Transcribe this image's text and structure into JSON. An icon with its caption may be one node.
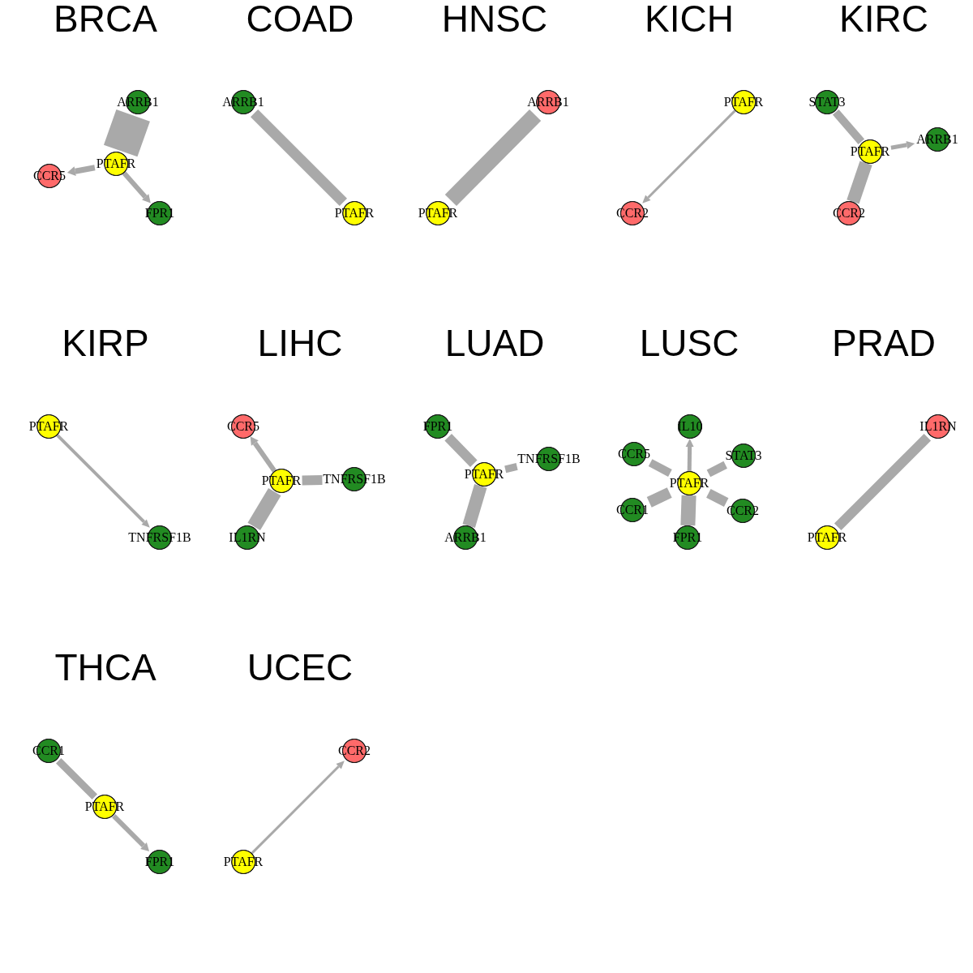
{
  "diagram": {
    "nodes": [
      {
        "text": [
          "ARRB1"
        ]
      },
      {
        "text": [
          "PTAFR"
        ]
      },
      {
        "text": [
          "CCR5"
        ]
      },
      {
        "text": [
          "FPR1"
        ]
      },
      {
        "text": [
          "ARRB1"
        ]
      },
      {
        "text": [
          "PTAFR"
        ]
      },
      {
        "text": [
          "ARRB1"
        ]
      },
      {
        "text": [
          "PTAFR"
        ]
      },
      {
        "text": [
          "PTAFR"
        ]
      },
      {
        "text": [
          "CCR2"
        ]
      },
      {
        "text": [
          "STAT3"
        ]
      },
      {
        "text": [
          "PTAFR"
        ]
      },
      {
        "text": [
          "ARRB1"
        ]
      },
      {
        "text": [
          "CCR2"
        ]
      },
      {
        "text": [
          "PTAFR"
        ]
      },
      {
        "text": [
          "TNFRSF1B"
        ]
      },
      {
        "text": [
          "CCR5"
        ]
      },
      {
        "text": [
          "PTAFR"
        ]
      },
      {
        "text": [
          "TNFRSF1B"
        ]
      },
      {
        "text": [
          "IL1RN"
        ]
      },
      {
        "text": [
          "FPR1"
        ]
      },
      {
        "text": [
          "PTAFR"
        ]
      },
      {
        "text": [
          "TNFRSF1B"
        ]
      },
      {
        "text": [
          "ARRB1"
        ]
      },
      {
        "text": [
          "IL10"
        ]
      },
      {
        "text": [
          "CCR5"
        ]
      },
      {
        "text": [
          "STAT3"
        ]
      },
      {
        "text": [
          "PTAFR"
        ]
      },
      {
        "text": [
          "CCR1"
        ]
      },
      {
        "text": [
          "CCR2"
        ]
      },
      {
        "text": [
          "FPR1"
        ]
      },
      {
        "text": [
          "IL1RN"
        ]
      },
      {
        "text": [
          "PTAFR"
        ]
      },
      {
        "text": [
          "CCR1"
        ]
      },
      {
        "text": [
          "PTAFR"
        ]
      },
      {
        "text": [
          "FPR1"
        ]
      },
      {
        "text": [
          "CCR2"
        ]
      },
      {
        "text": [
          "PTAFR"
        ]
      }
    ],
    "edges": [
      {
        "from": 0,
        "to": 1,
        "arrow": "none",
        "style": "thick"
      },
      {
        "from": 1,
        "to": 2,
        "arrow": "to"
      },
      {
        "from": 1,
        "to": 3,
        "arrow": "to"
      },
      {
        "from": 4,
        "to": 5,
        "arrow": "none"
      },
      {
        "from": 6,
        "to": 7,
        "arrow": "none",
        "style": "thick"
      },
      {
        "from": 8,
        "to": 9,
        "arrow": "to"
      },
      {
        "from": 10,
        "to": 11,
        "arrow": "none"
      },
      {
        "from": 11,
        "to": 12,
        "arrow": "to"
      },
      {
        "from": 13,
        "to": 11,
        "arrow": "none"
      },
      {
        "from": 14,
        "to": 15,
        "arrow": "to"
      },
      {
        "from": 17,
        "to": 16,
        "arrow": "to"
      },
      {
        "from": 18,
        "to": 17,
        "arrow": "none"
      },
      {
        "from": 19,
        "to": 17,
        "arrow": "none",
        "style": "thick"
      },
      {
        "from": 20,
        "to": 21,
        "arrow": "none"
      },
      {
        "from": 22,
        "to": 21,
        "arrow": "none"
      },
      {
        "from": 23,
        "to": 21,
        "arrow": "none"
      },
      {
        "from": 27,
        "to": 24,
        "arrow": "to"
      },
      {
        "from": 25,
        "to": 27,
        "arrow": "none"
      },
      {
        "from": 26,
        "to": 27,
        "arrow": "none"
      },
      {
        "from": 28,
        "to": 27,
        "arrow": "none"
      },
      {
        "from": 29,
        "to": 27,
        "arrow": "none"
      },
      {
        "from": 30,
        "to": 27,
        "arrow": "none",
        "style": "thick"
      },
      {
        "from": 31,
        "to": 32,
        "arrow": "none"
      },
      {
        "from": 33,
        "to": 34,
        "arrow": "none"
      },
      {
        "from": 34,
        "to": 35,
        "arrow": "to"
      },
      {
        "from": 37,
        "to": 36,
        "arrow": "to"
      }
    ],
    "labels": [
      "BRCA",
      "COAD",
      "HNSC",
      "KICH",
      "KIRC",
      "KIRP",
      "LIHC",
      "LUAD",
      "LUSC",
      "PRAD",
      "THCA",
      "UCEC"
    ]
  }
}
